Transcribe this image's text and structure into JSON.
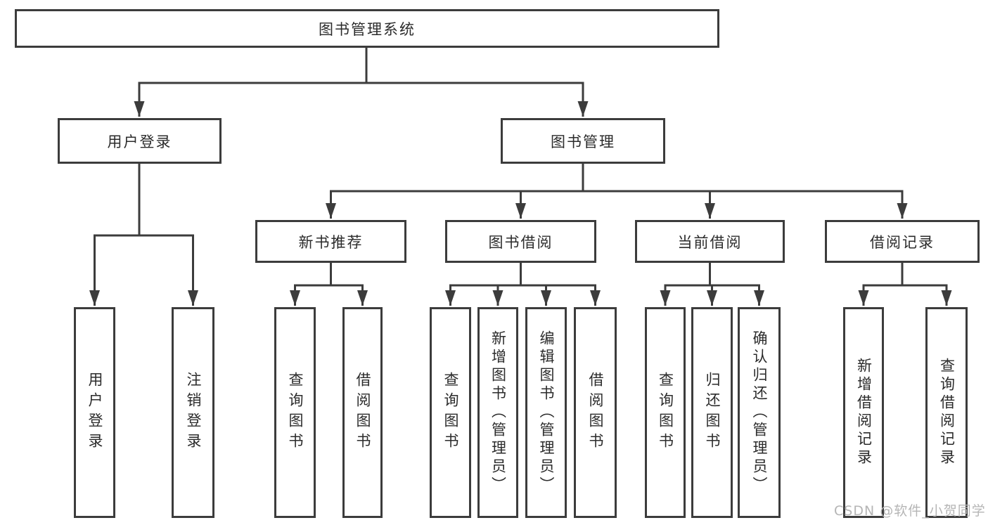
{
  "title": "图书管理系统",
  "watermark": "CSDN @软件_小贺同学",
  "colors": {
    "line": "#3c3c3c",
    "box_border": "#3c3c3c",
    "text": "#2b2b2b",
    "watermark": "#b5b5b5",
    "background": "#ffffff"
  },
  "nodes": {
    "root": "图书管理系统",
    "login_group": "用户登录",
    "book_mgmt": "图书管理",
    "new_book_rec": "新书推荐",
    "book_borrow": "图书借阅",
    "current_borrow": "当前借阅",
    "borrow_records": "借阅记录",
    "user_login": "用户登录",
    "logout": "注销登录",
    "rec_query_book": "查询图书",
    "rec_borrow_book": "借阅图书",
    "bb_query_book": "查询图书",
    "bb_add_book": "新增图书（管理员）",
    "bb_edit_book": "编辑图书（管理员）",
    "bb_borrow_book": "借阅图书",
    "cb_query_book": "查询图书",
    "cb_return_book": "归还图书",
    "cb_confirm_return": "确认归还（管理员）",
    "br_add_record": "新增借阅记录",
    "br_query_record": "查询借阅记录"
  },
  "structure": {
    "root": "图书管理系统",
    "children": [
      {
        "label": "用户登录",
        "children": [
          "用户登录",
          "注销登录"
        ]
      },
      {
        "label": "图书管理",
        "children": [
          {
            "label": "新书推荐",
            "children": [
              "查询图书",
              "借阅图书"
            ]
          },
          {
            "label": "图书借阅",
            "children": [
              "查询图书",
              "新增图书（管理员）",
              "编辑图书（管理员）",
              "借阅图书"
            ]
          },
          {
            "label": "当前借阅",
            "children": [
              "查询图书",
              "归还图书",
              "确认归还（管理员）"
            ]
          },
          {
            "label": "借阅记录",
            "children": [
              "新增借阅记录",
              "查询借阅记录"
            ]
          }
        ]
      }
    ]
  }
}
